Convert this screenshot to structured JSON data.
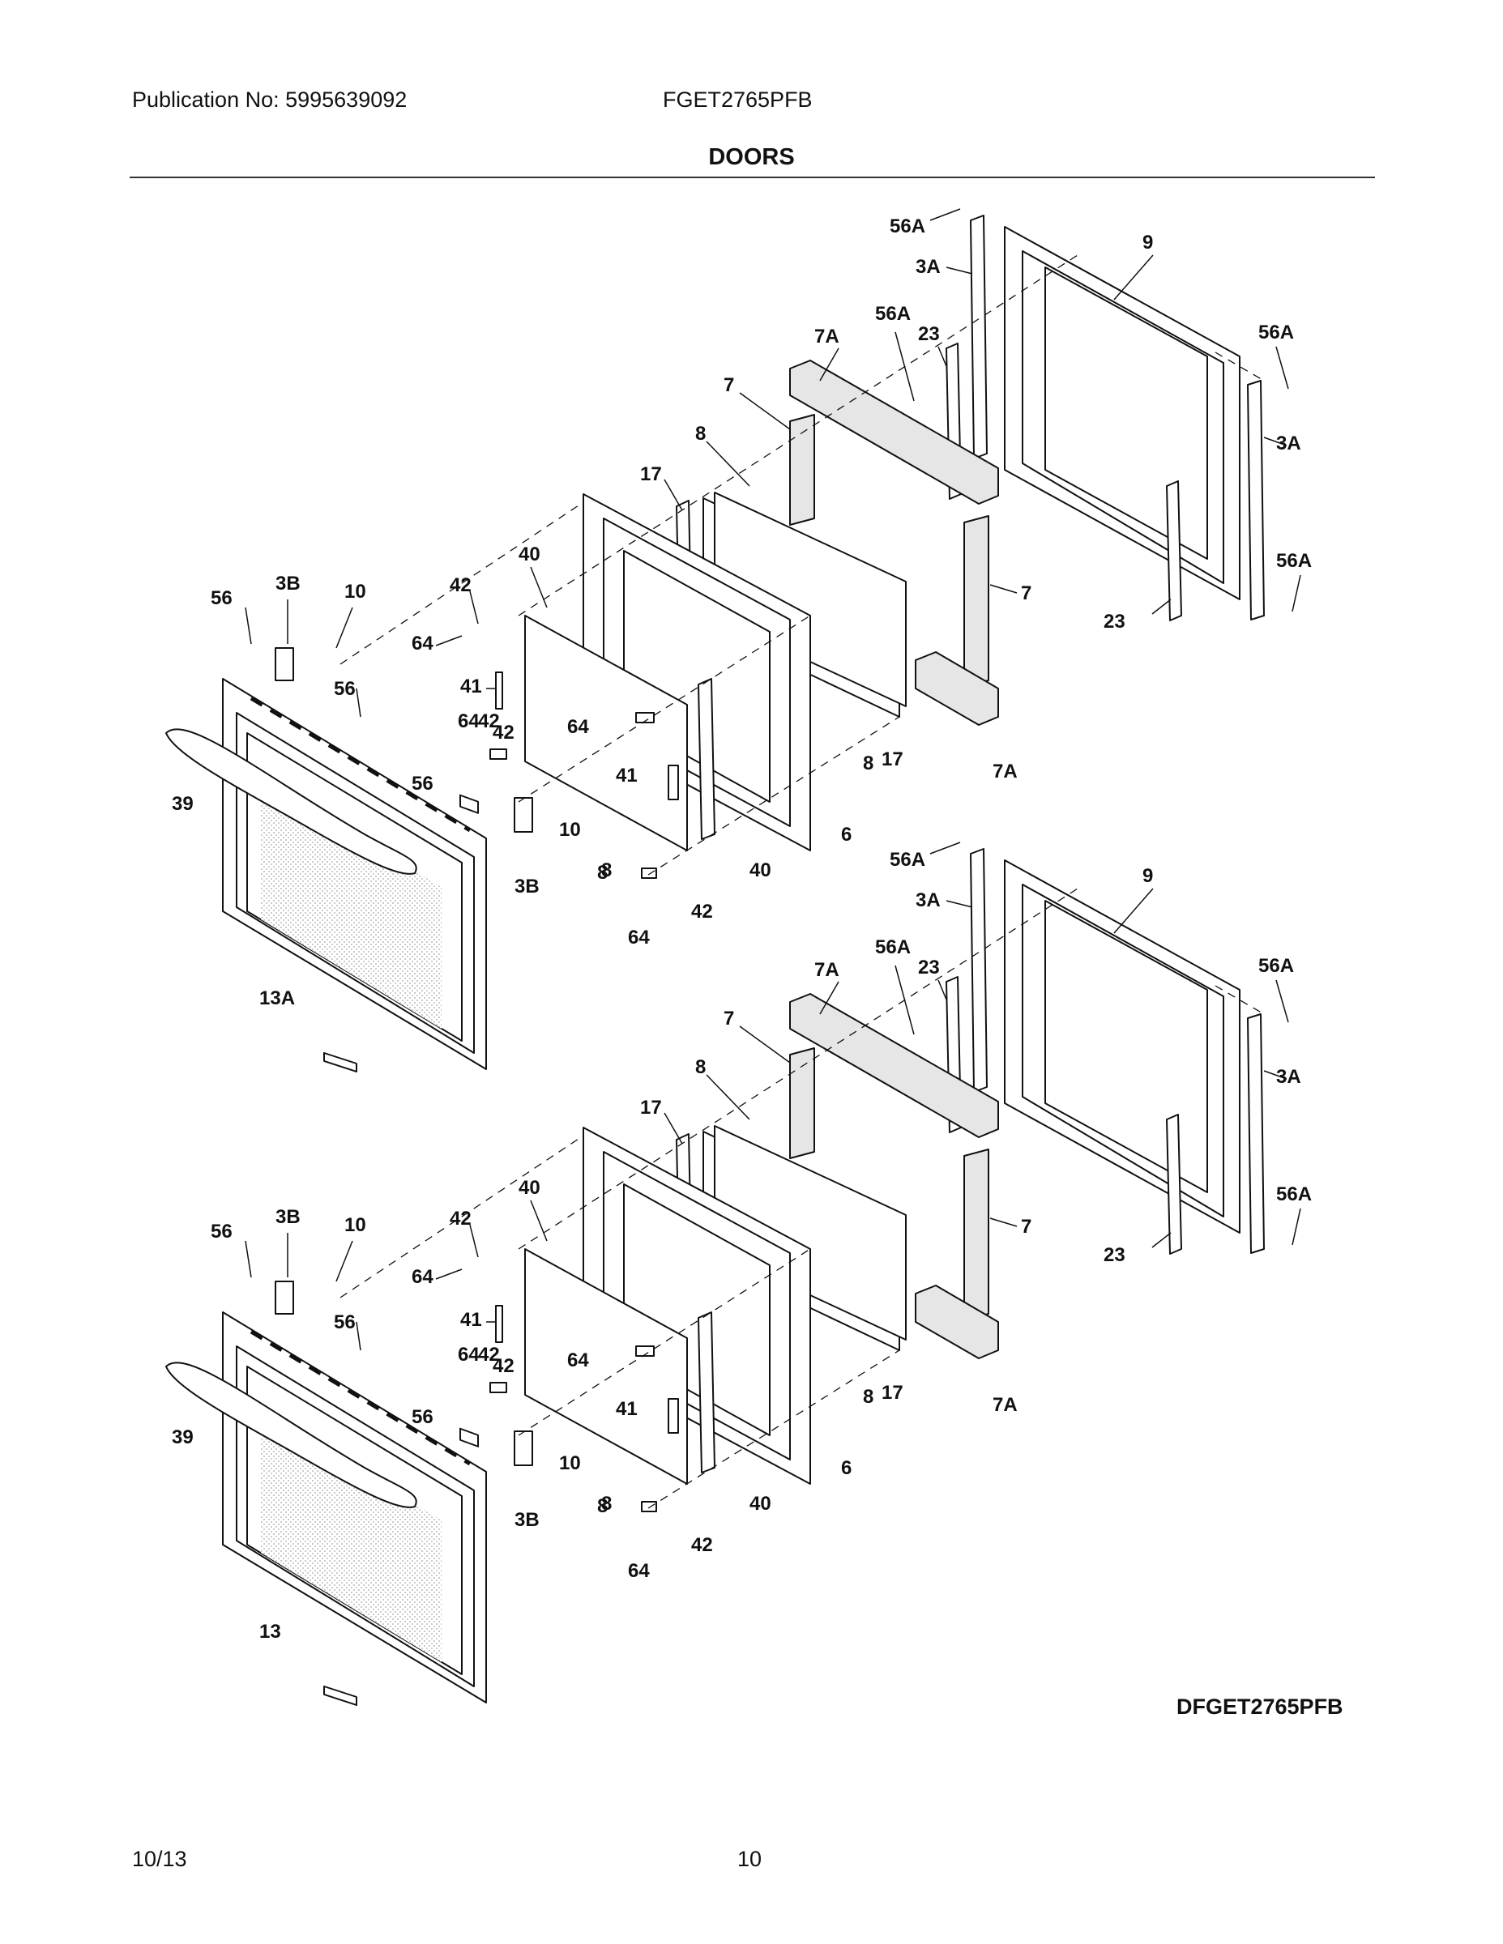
{
  "header": {
    "publication": "Publication No: 5995639092",
    "model": "FGET2765PFB"
  },
  "title": "DOORS",
  "diagram_code": "DFGET2765PFB",
  "footer": {
    "date": "10/13",
    "page": "10"
  },
  "upper_door": {
    "labels": [
      "56A",
      "3A",
      "9",
      "7A",
      "56A",
      "23",
      "56A",
      "7",
      "3A",
      "8",
      "17",
      "7",
      "56A",
      "23",
      "56",
      "3B",
      "10",
      "42",
      "40",
      "64",
      "56",
      "41",
      "42",
      "64",
      "64",
      "42",
      "56",
      "41",
      "10",
      "8",
      "17",
      "8",
      "7A",
      "39",
      "6",
      "3B",
      "8",
      "40",
      "42",
      "64",
      "13A"
    ]
  },
  "lower_door": {
    "labels": [
      "56A",
      "3A",
      "9",
      "7A",
      "56A",
      "23",
      "56A",
      "7",
      "3A",
      "8",
      "17",
      "7",
      "56A",
      "23",
      "56",
      "3B",
      "10",
      "42",
      "40",
      "64",
      "56",
      "41",
      "42",
      "64",
      "64",
      "42",
      "56",
      "41",
      "10",
      "8",
      "17",
      "8",
      "7A",
      "39",
      "6",
      "3B",
      "8",
      "40",
      "42",
      "64",
      "13"
    ]
  }
}
